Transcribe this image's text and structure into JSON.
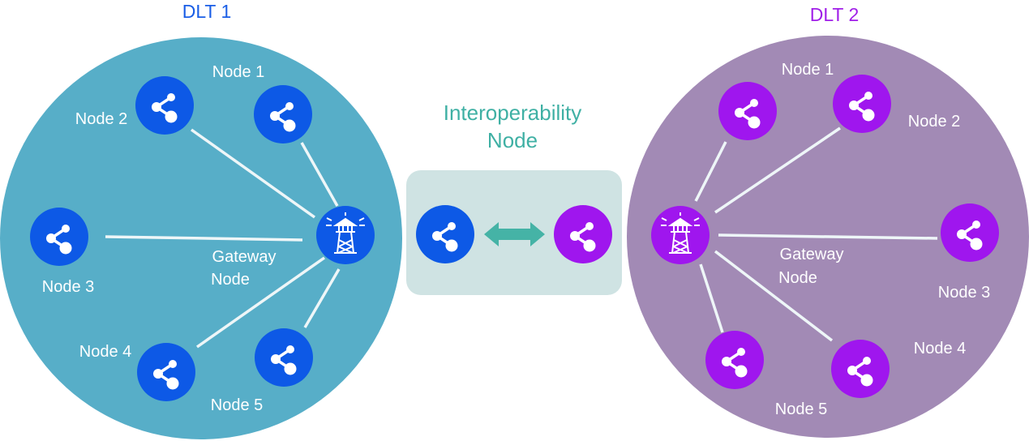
{
  "colors": {
    "dlt1_circle": "#57aec8",
    "dlt1_node": "#0d59e6",
    "dlt1_title": "#1a5ee6",
    "dlt2_circle": "#a28ab5",
    "dlt2_node": "#9f16ee",
    "dlt2_title": "#a01ee8",
    "interop_box": "#cfe3e3",
    "interop_title": "#3fb0a4",
    "interop_arrow": "#45b3a6",
    "links": "#eef6f8",
    "label": "#ffffff"
  },
  "dlt1": {
    "title": "DLT 1",
    "gateway_label": [
      "Gateway",
      "Node"
    ],
    "nodes": [
      "Node 1",
      "Node 2",
      "Node 3",
      "Node 4",
      "Node 5"
    ]
  },
  "dlt2": {
    "title": "DLT 2",
    "gateway_label": [
      "Gateway",
      "Node"
    ],
    "nodes": [
      "Node 1",
      "Node 2",
      "Node 3",
      "Node 4",
      "Node 5"
    ]
  },
  "interop": {
    "title": [
      "Interoperability",
      "Node"
    ]
  },
  "icons": {
    "node": "share-icon",
    "gateway": "lighthouse-icon",
    "exchange": "double-arrow-icon"
  }
}
